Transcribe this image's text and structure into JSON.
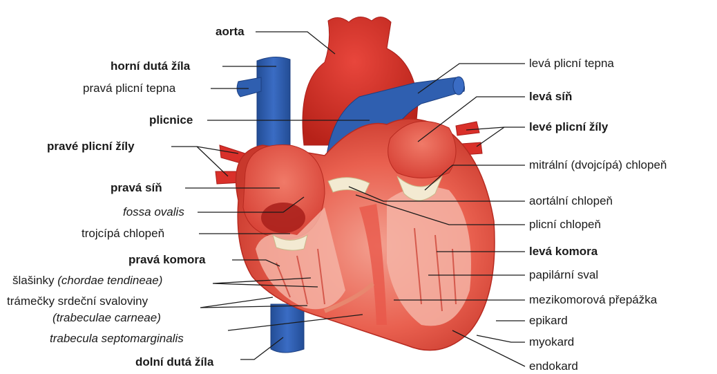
{
  "labels": {
    "aorta": "aorta",
    "horni_duta_zila": "horní dutá žíla",
    "prava_plicni_tepna": "pravá plicní tepna",
    "plicnice": "plicnice",
    "prave_plicni_zily": "pravé plicní žíly",
    "prava_sin": "pravá síň",
    "fossa_ovalis": "fossa ovalis",
    "trojcipa_chlopen": "trojcípá chlopeň",
    "prava_komora": "pravá komora",
    "slasinky": "šlašinky",
    "slasinky_latin": "(chordae tendineae)",
    "tramecky": "trámečky srdeční svaloviny",
    "tramecky_latin": "(trabeculae carneae)",
    "trabecula_septomarginalis": "trabecula septomarginalis",
    "dolni_duta_zila": "dolní dutá žíla",
    "leva_plicni_tepna": "levá plicní tepna",
    "leva_sin": "levá síň",
    "leve_plicni_zily": "levé plicní žíly",
    "mitralni_chlopen": "mitrální (dvojcípá) chlopeň",
    "aortalni_chlopen": "aortální chlopeň",
    "plicni_chlopen": "plicní chlopeň",
    "leva_komora": "levá komora",
    "papilarni_sval": "papilární sval",
    "mezikomorova_prepazka": "mezikomorová přepážka",
    "epikard": "epikard",
    "myokard": "myokard",
    "endokard": "endokard"
  },
  "colors": {
    "artery_red": "#d9302a",
    "artery_dark": "#a81e1a",
    "vein_blue": "#2f5fb0",
    "vein_dark": "#1c3f80",
    "muscle": "#e8574a",
    "muscle_light": "#f08a7c",
    "chamber": "#f4b3a4",
    "valve": "#f3ead2",
    "text": "#1a1a1a"
  }
}
